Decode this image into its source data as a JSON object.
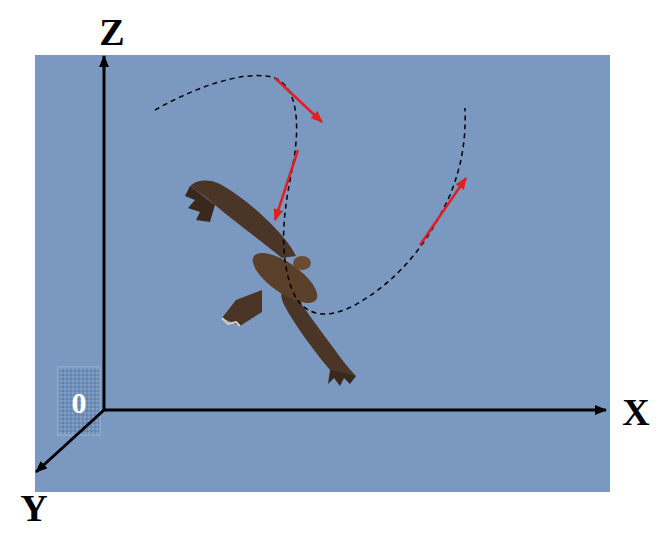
{
  "diagram": {
    "labels": [
      "Z",
      "X",
      "Y",
      "0"
    ]
  }
}
